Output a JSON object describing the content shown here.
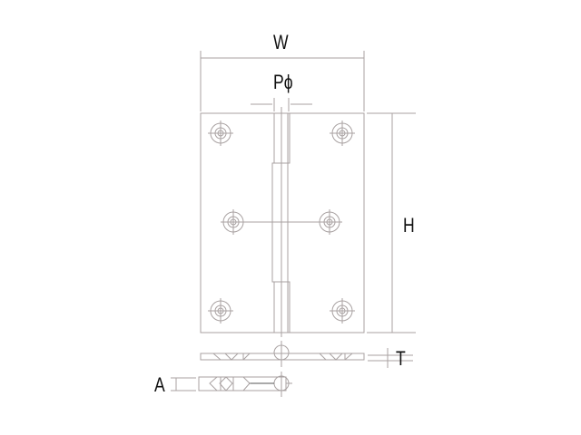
{
  "labels": {
    "width": "W",
    "pin_diameter": "Pϕ",
    "height": "H",
    "thickness": "T",
    "closed_thickness": "A"
  },
  "colors": {
    "line": "#a9a2a2",
    "text": "#111111"
  }
}
